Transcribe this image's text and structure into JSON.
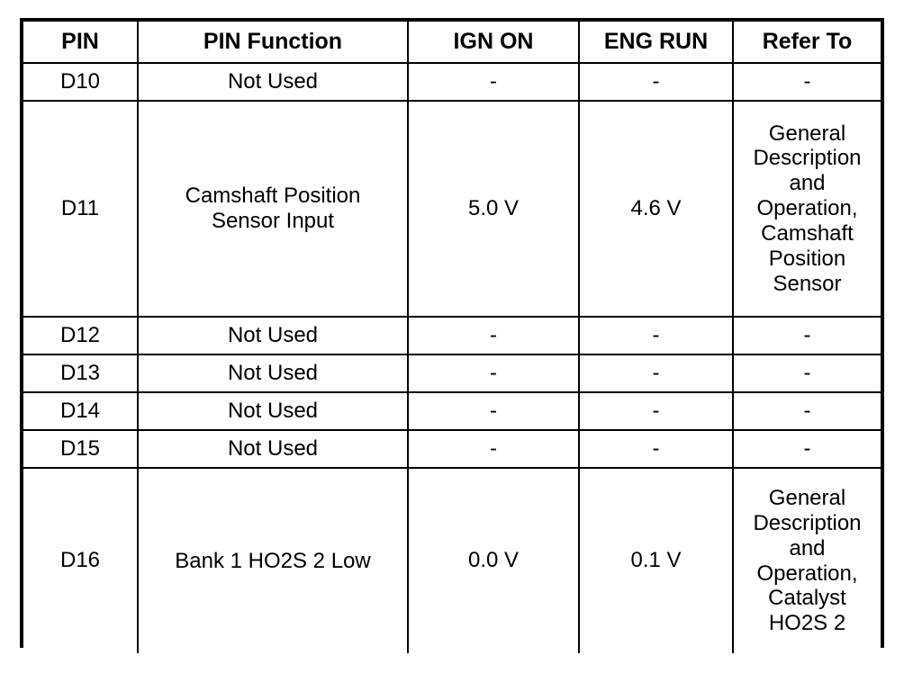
{
  "table": {
    "name": "pin-voltage-reference-table",
    "columns": [
      "PIN",
      "PIN Function",
      "IGN ON",
      "ENG RUN",
      "Refer To"
    ],
    "rows": [
      {
        "pin": "D10",
        "function": [
          "Not Used"
        ],
        "ign_on": "-",
        "eng_run": "-",
        "refer_to": [
          "-"
        ]
      },
      {
        "pin": "D11",
        "function": [
          "Camshaft Position",
          "Sensor Input"
        ],
        "ign_on": "5.0 V",
        "eng_run": "4.6 V",
        "refer_to": [
          "General",
          "Description",
          "and",
          "Operation,",
          "Camshaft",
          "Position",
          "Sensor"
        ]
      },
      {
        "pin": "D12",
        "function": [
          "Not Used"
        ],
        "ign_on": "-",
        "eng_run": "-",
        "refer_to": [
          "-"
        ]
      },
      {
        "pin": "D13",
        "function": [
          "Not Used"
        ],
        "ign_on": "-",
        "eng_run": "-",
        "refer_to": [
          "-"
        ]
      },
      {
        "pin": "D14",
        "function": [
          "Not Used"
        ],
        "ign_on": "-",
        "eng_run": "-",
        "refer_to": [
          "-"
        ]
      },
      {
        "pin": "D15",
        "function": [
          "Not Used"
        ],
        "ign_on": "-",
        "eng_run": "-",
        "refer_to": [
          "-"
        ]
      },
      {
        "pin": "D16",
        "function": [
          "Bank 1 HO2S 2 Low"
        ],
        "ign_on": "0.0 V",
        "eng_run": "0.1 V",
        "refer_to": [
          "General",
          "Description",
          "and",
          "Operation,",
          "Catalyst",
          "HO2S 2"
        ]
      }
    ]
  },
  "colors": {
    "border": "#000000",
    "text": "#000000",
    "background": "#ffffff"
  }
}
